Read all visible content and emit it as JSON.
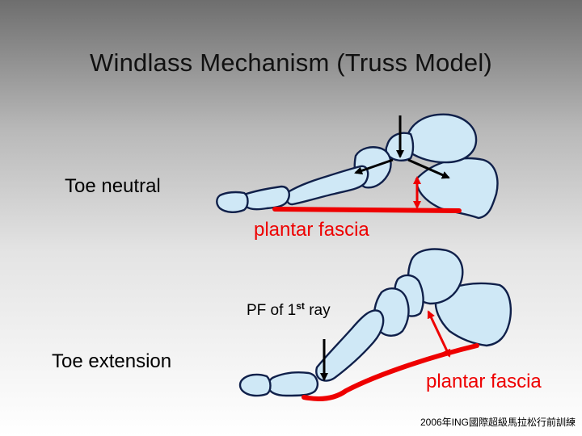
{
  "title": "Windlass Mechanism (Truss Model)",
  "labels": {
    "toe_neutral": "Toe neutral",
    "toe_extension": "Toe extension",
    "plantar_fascia_top": "plantar fascia",
    "plantar_fascia_bottom": "plantar fascia",
    "pf_ray_prefix": "PF of 1",
    "pf_ray_sup": "st",
    "pf_ray_suffix": " ray"
  },
  "credit": "2006年ING國際超級馬拉松行前訓練",
  "colors": {
    "fascia": "#ee0000",
    "bone_fill": "#cfe8f6",
    "bone_outline": "#10204a",
    "arrow": "#000000"
  }
}
